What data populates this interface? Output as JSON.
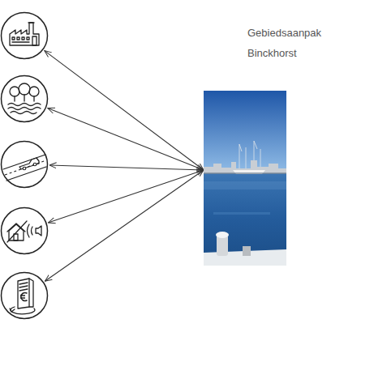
{
  "diagram": {
    "nodes": [
      {
        "text": []
      },
      {
        "text": []
      },
      {
        "text": []
      },
      {
        "text": []
      },
      {
        "text": []
      },
      {
        "text": [
          "Gebiedsaanpak Binckhorst"
        ]
      }
    ],
    "edges": [
      {
        "from": 5,
        "to": 0,
        "arrow": "both"
      },
      {
        "from": 5,
        "to": 1,
        "arrow": "both"
      },
      {
        "from": 5,
        "to": 2,
        "arrow": "both"
      },
      {
        "from": 5,
        "to": 3,
        "arrow": "both"
      },
      {
        "from": 5,
        "to": 4,
        "arrow": "both"
      }
    ]
  }
}
